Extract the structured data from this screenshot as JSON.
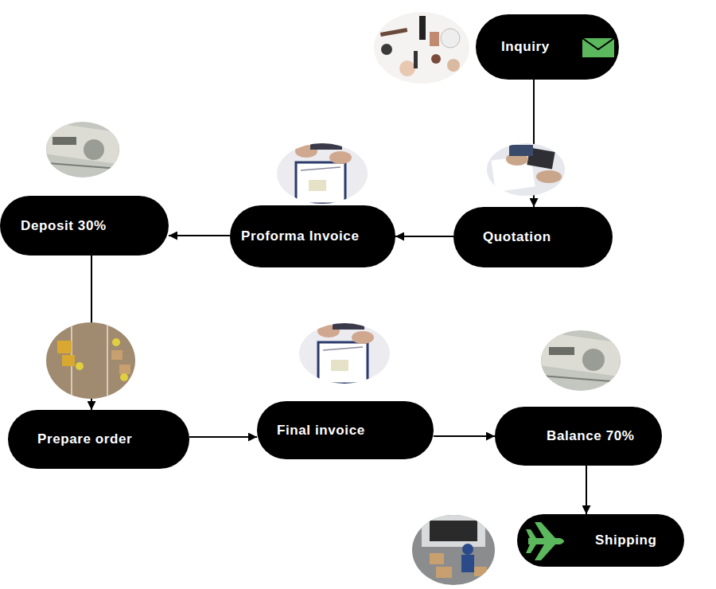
{
  "diagram": {
    "nodes": [
      {
        "text": [
          "Inquiry"
        ]
      },
      {
        "text": [
          "Deposit 30%"
        ]
      },
      {
        "text": [
          "Proforma Invoice"
        ]
      },
      {
        "text": [
          "Quotation"
        ]
      },
      {
        "text": [
          "Prepare order"
        ]
      },
      {
        "text": [
          "Final invoice"
        ]
      },
      {
        "text": [
          "Balance 70%"
        ]
      },
      {
        "text": [
          "Shipping"
        ]
      }
    ],
    "edges": [
      {
        "from": 0,
        "to": 3,
        "arrow": "to"
      },
      {
        "from": 3,
        "to": 2,
        "arrow": "to"
      },
      {
        "from": 2,
        "to": 1,
        "arrow": "to"
      },
      {
        "from": 1,
        "to": 4,
        "arrow": "to"
      },
      {
        "from": 4,
        "to": 5,
        "arrow": "to"
      },
      {
        "from": 5,
        "to": 6,
        "arrow": "to"
      },
      {
        "from": 6,
        "to": 7,
        "arrow": "to"
      }
    ]
  }
}
